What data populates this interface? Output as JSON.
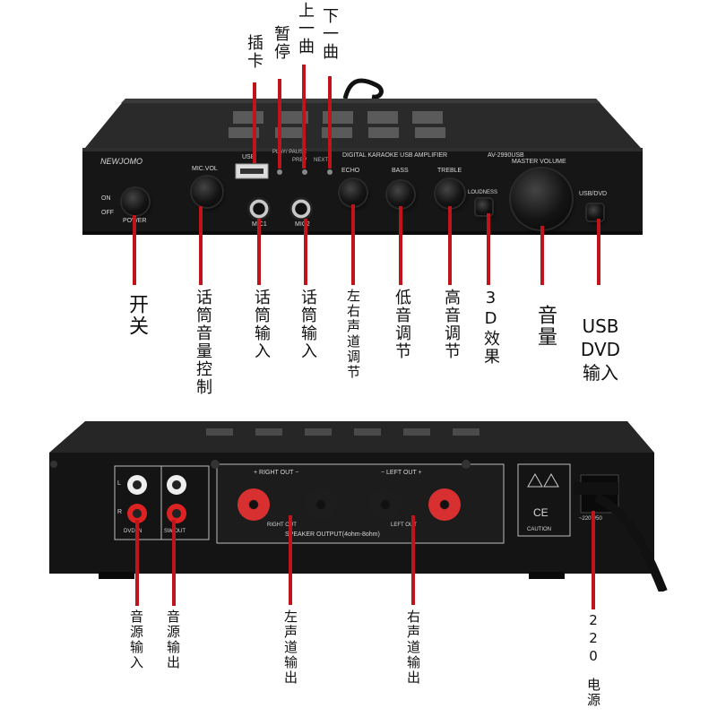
{
  "front_panel": {
    "brand": "NEWJOMO",
    "power_on": "ON",
    "power_off": "OFF",
    "power": "POWER",
    "mic_vol": "MIC.VOL",
    "usb": "USB",
    "play_pause": "PLAY/ PAUSE",
    "prev": "PREV",
    "next": "NEXT",
    "mic1": "MIC1",
    "mic2": "MIC2",
    "title": "DIGITAL KARAOKE USB AMPLIFIER",
    "model": "AV-2990USB",
    "echo": "ECHO",
    "bass": "BASS",
    "treble": "TREBLE",
    "loudness": "LOUDNESS",
    "master_volume": "MASTER VOLUME",
    "usb_dvd": "USB/DVD"
  },
  "front_callouts": {
    "card": "插卡",
    "pause": "暂停",
    "prev_track": "上一曲",
    "next_track": "下一曲",
    "switch": "开关",
    "mic_volume": "话筒音量控制",
    "mic_in_1": "话筒输入",
    "mic_in_2": "话筒输入",
    "balance": "左右声道调节",
    "bass": "低音调节",
    "treble": "高音调节",
    "effect_3d": "3D效果",
    "volume": "音量",
    "usb_dvd_in_1": "USB",
    "usb_dvd_in_2": "DVD",
    "usb_dvd_in_3": "输入"
  },
  "rear_panel": {
    "right_out": "+ RIGHT OUT −",
    "left_out": "− LEFT OUT +",
    "l": "L",
    "r": "R",
    "dvd_in": "DVD IN",
    "sw_out": "SW OUT",
    "right_out_lbl": "RIGHT OUT",
    "left_out_lbl": "LEFT OUT",
    "speaker_output": "SPEAKER OUTPUT(4ohm-8ohm)",
    "caution": "CAUTION",
    "ce": "CE",
    "voltage": "~220V/50"
  },
  "rear_callouts": {
    "audio_in": "音源输入",
    "audio_out": "音源输出",
    "left_out": "左声道输出",
    "right_out": "右声道输出",
    "power_220": "220",
    "power_label": "电源"
  },
  "colors": {
    "callout_line": "#c0141b",
    "chassis": "#1a1a1a"
  }
}
